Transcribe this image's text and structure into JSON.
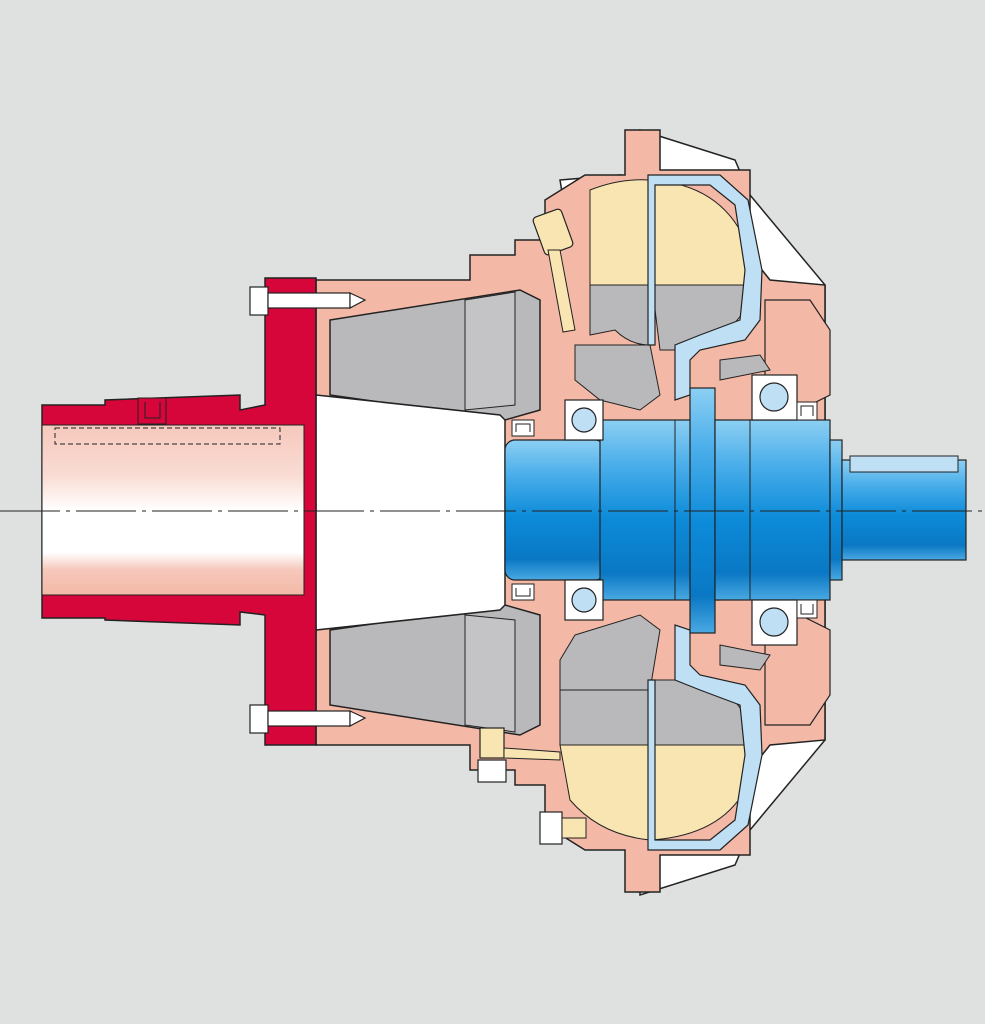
{
  "diagram": {
    "parts": [
      {
        "id": "input-flange-hub",
        "label": ""
      },
      {
        "id": "motor-adapter-bore",
        "label": ""
      },
      {
        "id": "outer-housing",
        "label": ""
      },
      {
        "id": "bell-housing-chamber",
        "label": ""
      },
      {
        "id": "fluid-coupling-working-chamber",
        "label": ""
      },
      {
        "id": "output-shaft",
        "label": ""
      },
      {
        "id": "ball-bearings",
        "label": ""
      },
      {
        "id": "shaft-seals",
        "label": ""
      },
      {
        "id": "fill-plugs",
        "label": ""
      },
      {
        "id": "flange-bolts",
        "label": ""
      }
    ]
  },
  "colors": {
    "background": "#dfe0e0",
    "housing_salmon": "#f3b9a6",
    "flange_red": "#d6063a",
    "grey_part": "#b9b9bb",
    "fluid_yellow": "#f8e5b2",
    "shaft_blue": "#1d8bd6",
    "shaft_blue_light": "#63b6ea",
    "runner_light_blue": "#bfdff5",
    "outline": "#222222",
    "white": "#ffffff"
  },
  "icons": [
    "bolt-icon",
    "plug-icon",
    "ball-bearing-icon",
    "seal-icon"
  ]
}
